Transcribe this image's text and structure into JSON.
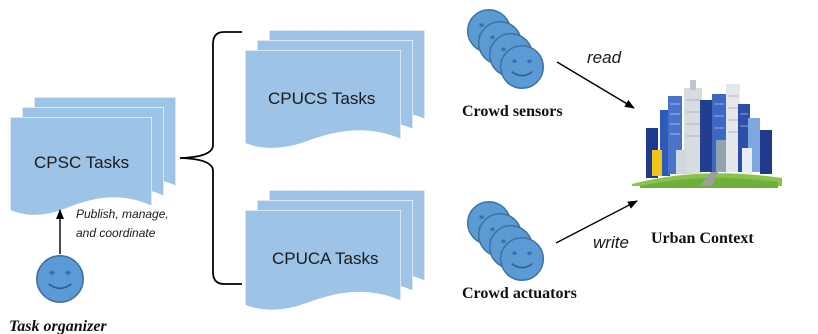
{
  "diagram": {
    "cpsc_tasks": "CPSC Tasks",
    "cpucs_tasks": "CPUCS Tasks",
    "cpuca_tasks": "CPUCA Tasks",
    "organizer_action_line1": "Publish, manage,",
    "organizer_action_line2": "and coordinate",
    "task_organizer": "Task organizer",
    "crowd_sensors": "Crowd sensors",
    "crowd_actuators": "Crowd actuators",
    "read_label": "read",
    "write_label": "write",
    "urban_context": "Urban Context"
  },
  "colors": {
    "doc_fill": "#9DC3E6",
    "doc_stroke": "#FFFFFF",
    "face_fill": "#5B9BD5",
    "face_stroke": "#41719C",
    "line": "#000000"
  },
  "icons": {
    "face": "smiley-face-icon",
    "city": "city-skyline-icon"
  }
}
